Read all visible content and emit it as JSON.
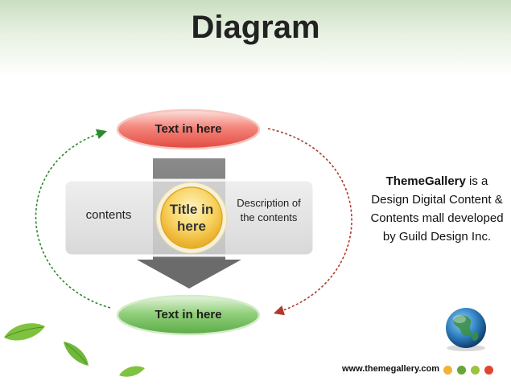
{
  "title": "Diagram",
  "top_oval": {
    "label": "Text in here"
  },
  "bottom_oval": {
    "label": "Text in here"
  },
  "center_panel": {
    "left_text": "contents",
    "circle_title": "Title in here",
    "right_text": "Description of the contents"
  },
  "side_text": {
    "brand": "ThemeGallery",
    "body": "is a Design Digital Content & Contents mall developed by Guild Design Inc."
  },
  "footer": {
    "url": "www.themegallery.com",
    "dots": [
      "#f2b233",
      "#6aa33a",
      "#9ac43c",
      "#e2452f"
    ]
  },
  "colors": {
    "top_oval": "#ef6b62",
    "bottom_oval": "#7fc46a",
    "circle": "#f6c84a",
    "arrow_left": "#2e8a2e",
    "arrow_right": "#b03a2a"
  }
}
